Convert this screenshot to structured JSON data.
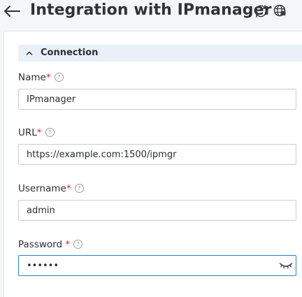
{
  "header": {
    "title": "Integration with IPmanager"
  },
  "icons": {
    "back": "arrow-left",
    "refresh": "refresh-arrows",
    "globe": "globe"
  },
  "section": {
    "title": "Connection",
    "expanded": true
  },
  "fields": {
    "name": {
      "label": "Name",
      "required": "*",
      "help": "?",
      "value": "IPmanager"
    },
    "url": {
      "label": "URL",
      "required": "*",
      "help": "?",
      "value": "https://example.com:1500/ipmgr"
    },
    "username": {
      "label": "Username",
      "required": "*",
      "help": "?",
      "value": "admin"
    },
    "password": {
      "label": "Password ",
      "required": "*",
      "help": "?",
      "value": "••••••"
    }
  },
  "colors": {
    "accent": "#2d7fc3",
    "required": "#d3222a",
    "section_bg": "#e9f0f8"
  }
}
